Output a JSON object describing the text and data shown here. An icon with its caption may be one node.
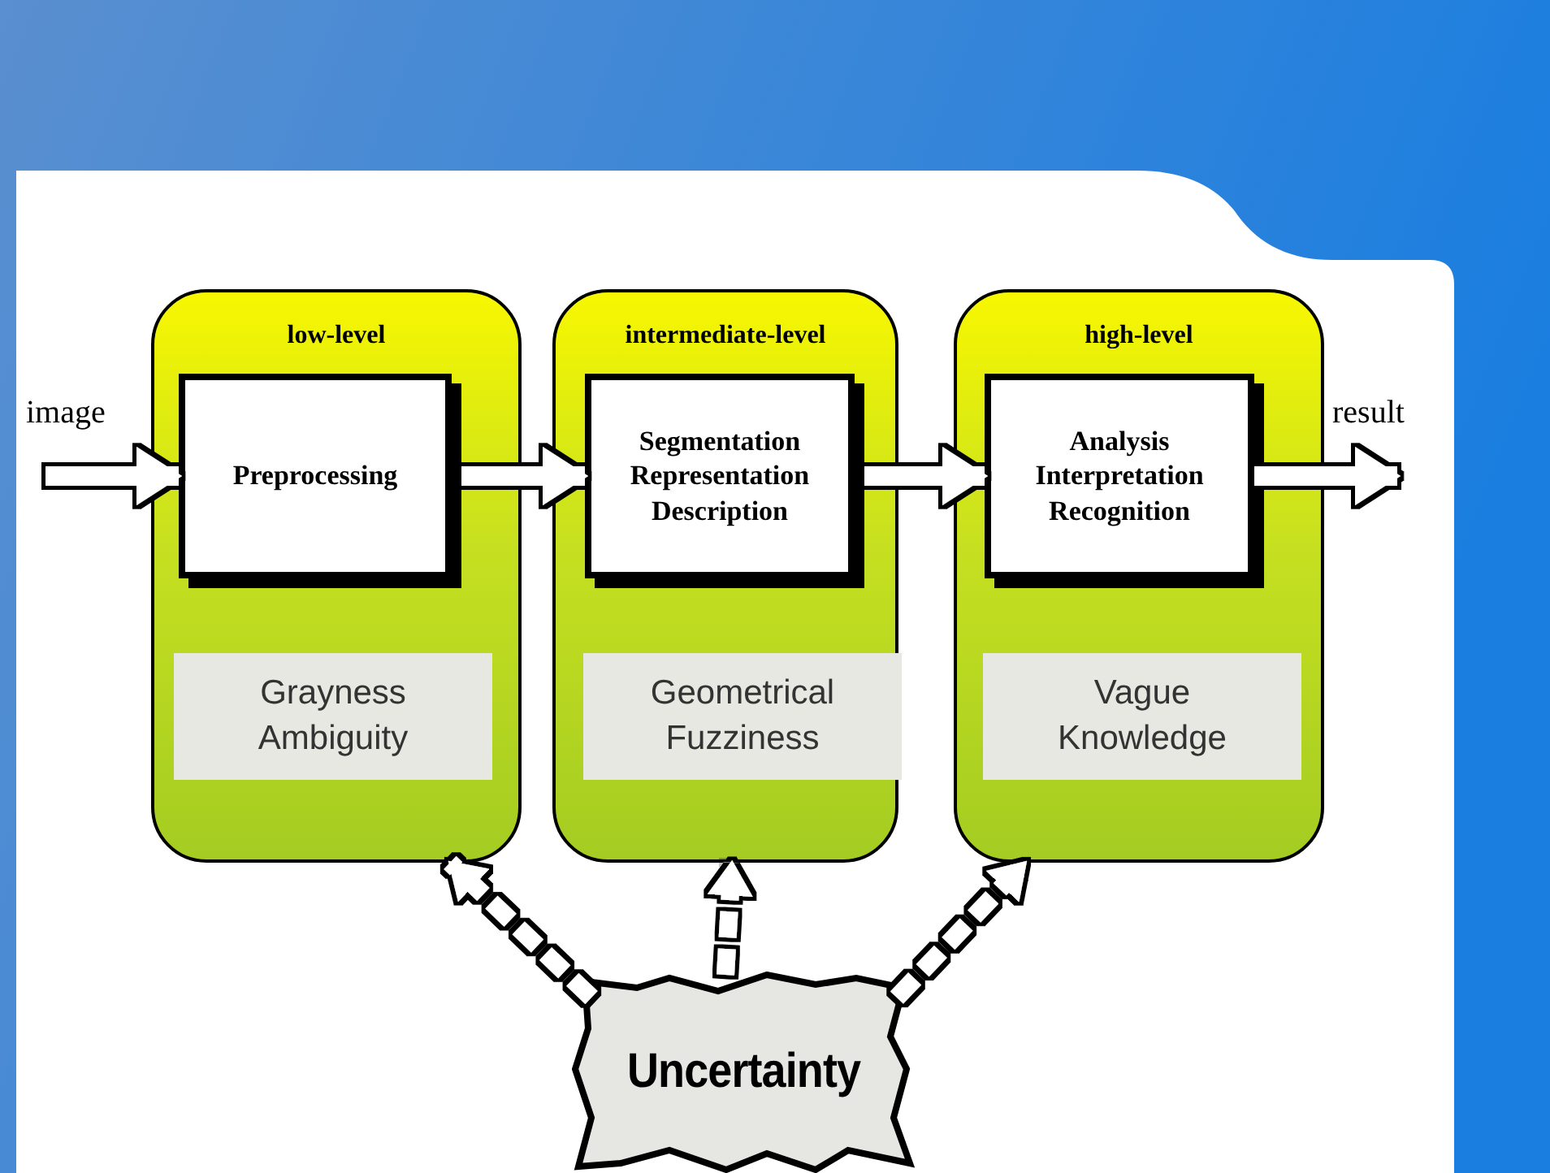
{
  "diagram": {
    "nodes": [
      {
        "text": [
          "low-level"
        ]
      },
      {
        "text": [
          "Preprocessing"
        ],
        "in": 0
      },
      {
        "text": [
          "Grayness Ambiguity"
        ],
        "in": 0
      },
      {
        "text": [
          "intermediate-level"
        ]
      },
      {
        "text": [
          "Segmentation Representation Description"
        ],
        "in": 3
      },
      {
        "text": [
          "Geometrical Fuzziness"
        ],
        "in": 3
      },
      {
        "text": [
          "high-level"
        ]
      },
      {
        "text": [
          "Analysis Interpretation Recognition"
        ],
        "in": 6
      },
      {
        "text": [
          "Vague Knowledge"
        ],
        "in": 6
      },
      {
        "text": [
          "Uncertainty"
        ]
      }
    ],
    "edges": [
      {
        "from": null,
        "to": 1,
        "arrow": "to",
        "label": "image"
      },
      {
        "from": 1,
        "to": 4,
        "arrow": "to"
      },
      {
        "from": 4,
        "to": 7,
        "arrow": "to"
      },
      {
        "from": 7,
        "to": null,
        "arrow": "to",
        "label": "result"
      },
      {
        "from": 9,
        "to": 0,
        "arrow": "to",
        "style": "dashed"
      },
      {
        "from": 9,
        "to": 3,
        "arrow": "to",
        "style": "dashed"
      },
      {
        "from": 9,
        "to": 6,
        "arrow": "to",
        "style": "dashed"
      }
    ]
  }
}
